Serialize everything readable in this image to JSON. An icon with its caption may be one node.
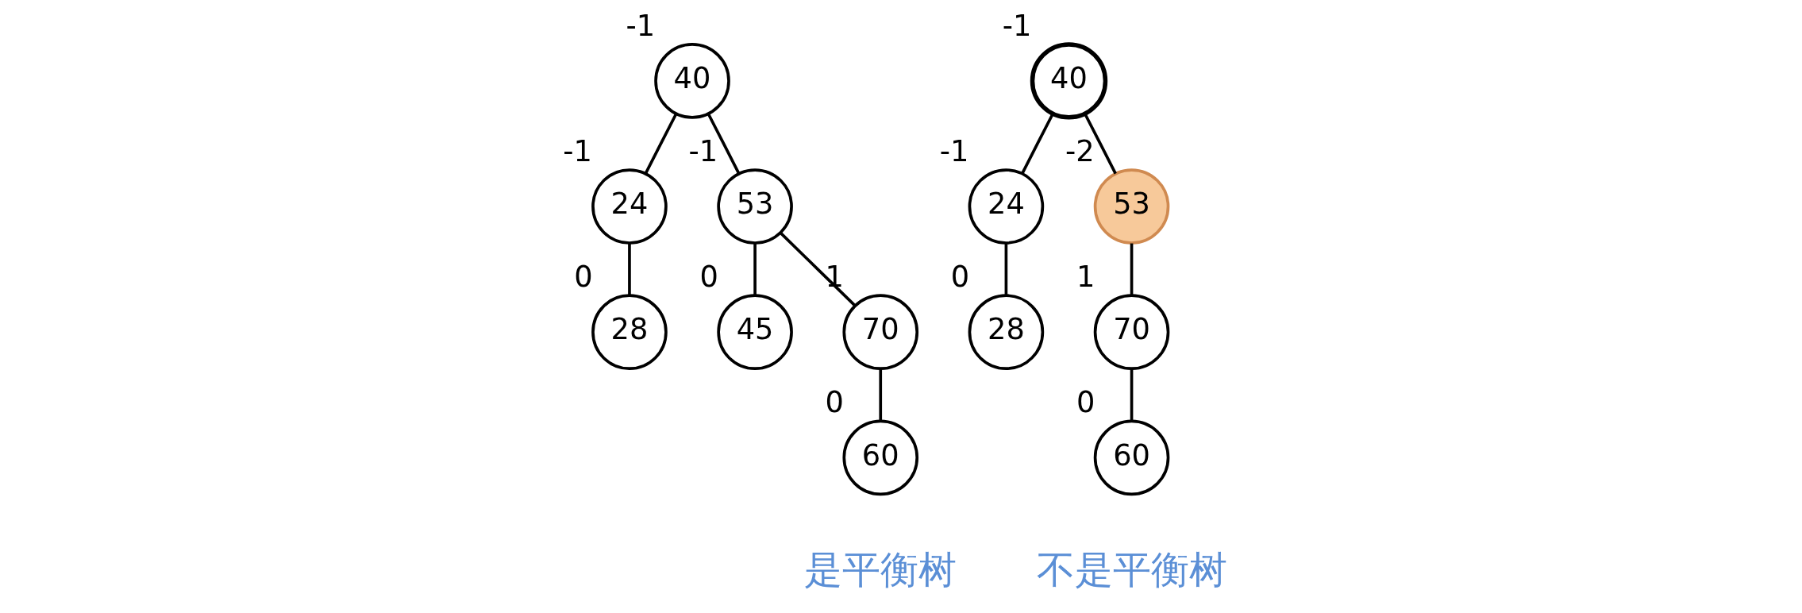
{
  "diagram": {
    "nodes": [
      {
        "text": [
          "40"
        ],
        "beside": [
          "-1"
        ]
      },
      {
        "text": [
          "24"
        ],
        "beside": [
          "-1"
        ]
      },
      {
        "text": [
          "53"
        ],
        "beside": [
          "-1"
        ]
      },
      {
        "text": [
          "28"
        ],
        "beside": [
          "0"
        ]
      },
      {
        "text": [
          "45"
        ],
        "beside": [
          "0"
        ]
      },
      {
        "text": [
          "70"
        ],
        "beside": [
          "1"
        ]
      },
      {
        "text": [
          "60"
        ],
        "beside": [
          "0"
        ]
      },
      {
        "text": [
          "40"
        ],
        "beside": [
          "-1"
        ]
      },
      {
        "text": [
          "24"
        ],
        "beside": [
          "-1"
        ]
      },
      {
        "text": [
          "53"
        ],
        "beside": [
          "-2"
        ]
      },
      {
        "text": [
          "28"
        ],
        "beside": [
          "0"
        ]
      },
      {
        "text": [
          "70"
        ],
        "beside": [
          "1"
        ]
      },
      {
        "text": [
          "60"
        ],
        "beside": [
          "0"
        ]
      }
    ],
    "edges": [
      {
        "from": 0,
        "to": 1,
        "arrow": "none"
      },
      {
        "from": 0,
        "to": 2,
        "arrow": "none"
      },
      {
        "from": 1,
        "to": 3,
        "arrow": "none"
      },
      {
        "from": 2,
        "to": 4,
        "arrow": "none"
      },
      {
        "from": 2,
        "to": 5,
        "arrow": "none"
      },
      {
        "from": 5,
        "to": 6,
        "arrow": "none"
      },
      {
        "from": 7,
        "to": 8,
        "arrow": "none"
      },
      {
        "from": 7,
        "to": 9,
        "arrow": "none"
      },
      {
        "from": 8,
        "to": 10,
        "arrow": "none"
      },
      {
        "from": 9,
        "to": 11,
        "arrow": "none"
      },
      {
        "from": 11,
        "to": 12,
        "arrow": "none"
      }
    ],
    "labels": [
      "是平衡树",
      "不是平衡树"
    ]
  }
}
